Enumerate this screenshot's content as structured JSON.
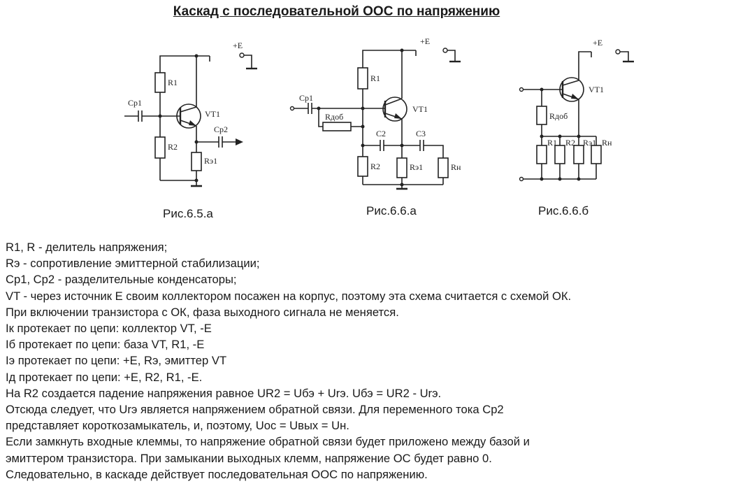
{
  "title": "Каскад с последовательной ООС по напряжению",
  "figures": [
    {
      "caption": "Рис.6.5.а",
      "labels": {
        "supply": "+E",
        "r1": "R1",
        "r2": "R2",
        "re": "Rэ1",
        "c_in": "Cp1",
        "c_out": "Cp2",
        "transistor": "VT1"
      }
    },
    {
      "caption": "Рис.6.6.а",
      "labels": {
        "supply": "+E",
        "r1": "R1",
        "r2": "R2",
        "rdob": "Rдоб",
        "c_in": "Cp1",
        "c2": "C2",
        "c3": "C3",
        "re": "Rэ1",
        "rn": "Rн",
        "transistor": "VT1"
      }
    },
    {
      "caption": "Рис.6.6.б",
      "labels": {
        "supply": "+E",
        "transistor": "VT1",
        "rdob": "Rдоб",
        "r1": "R1",
        "r2": "R2",
        "re": "Rэ1",
        "rn": "Rн"
      }
    }
  ],
  "lines": [
    "R1, R - делитель напряжения;",
    "Rэ - сопротивление эмиттерной стабилизации;",
    "Ср1, Ср2 - разделительные конденсаторы;",
    "VT - через источник Е своим коллектором посажен на корпус, поэтому эта схема считается с схемой ОК.",
    "При включении транзистора с ОК, фаза выходного сигнала не меняется.",
    "Iк протекает по цепи: коллектор VT, -E",
    "Iб протекает по цепи: база VT, R1, -E",
    "Iэ протекает по цепи: +E, Rэ, эмиттер VT",
    "Iд протекает по цепи: +E, R2, R1, -E.",
    "На R2 создается падение напряжения равное UR2 = Uбэ + Urэ. Uбэ = UR2 - Urэ.",
    "Отсюда следует, что Urэ является напряжением обратной связи. Для переменного тока Ср2",
    "представляет короткозамыкатель, и, поэтому, Uос = Uвых = Uн.",
    "Если замкнуть входные клеммы, то напряжение обратной связи будет приложено  между базой и",
    "эмиттером транзистора. При замыкании выходных клемм, напряжение ОС будет равно 0.",
    "Следовательно, в каскаде действует последовательная ООС по напряжению."
  ]
}
